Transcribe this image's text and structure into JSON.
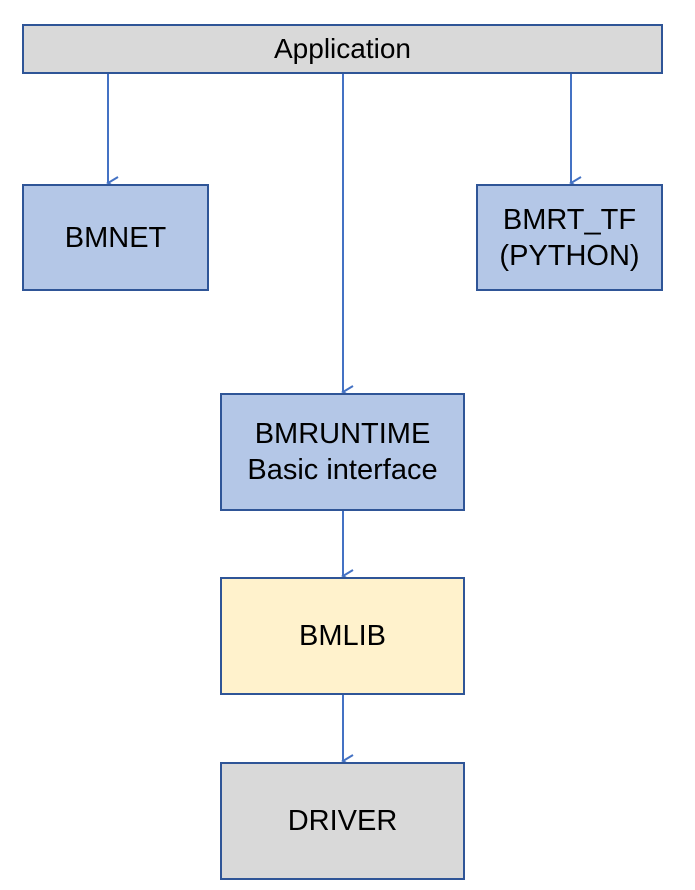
{
  "colors": {
    "border": "#2f5597",
    "arrow": "#4472c4",
    "application_fill": "#d9d9d9",
    "module_fill": "#b4c7e7",
    "bmlib_fill": "#fff2cc",
    "driver_fill": "#d9d9d9"
  },
  "nodes": {
    "application": {
      "label": "Application"
    },
    "bmnet": {
      "label": "BMNET"
    },
    "bmrt_tf": {
      "line1": "BMRT_TF",
      "line2": "(PYTHON)"
    },
    "bmruntime": {
      "line1": "BMRUNTIME",
      "line2": "Basic interface"
    },
    "bmlib": {
      "label": "BMLIB"
    },
    "driver": {
      "label": "DRIVER"
    }
  },
  "edges": [
    {
      "from": "application",
      "to": "bmnet"
    },
    {
      "from": "application",
      "to": "bmruntime"
    },
    {
      "from": "application",
      "to": "bmrt_tf"
    },
    {
      "from": "bmruntime",
      "to": "bmlib"
    },
    {
      "from": "bmlib",
      "to": "driver"
    }
  ]
}
